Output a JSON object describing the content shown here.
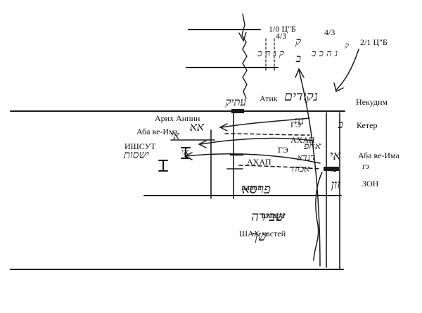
{
  "top_labels": {
    "zero_one": "1/0 Ц\"Б",
    "two_one": "2/1 Ц\"Б",
    "frac_left": "4/3",
    "frac_right": "4/3"
  },
  "labels": {
    "atik": "Атик",
    "nekudim": "Некудим",
    "arikh_anpin": "Арих Анпин",
    "aba_ve_ima_left": "Аба ве-Има",
    "ishsut": "ИШСУТ",
    "ge_upper": "ГЭ",
    "keter": "Кетер",
    "ahap_upper": "АХАП",
    "ge_lower": "ГЭ",
    "ahap_lower": "АХАП",
    "aba_ve_ima_right": "Аба ве-Има",
    "ge_right": "гэ",
    "zon": "ЗОН",
    "parsa": "парса",
    "shvira": "швира",
    "shah": "ШАХ частей"
  },
  "hebrew": {
    "nekudim": "נקודים",
    "atik": "עתיק",
    "aa": "אא",
    "ai": "אי",
    "yishsut": "ישסות",
    "gah": "גה",
    "kaf": "כ",
    "ai_right": "אי",
    "zon": "זון",
    "parsa": "פרסא",
    "shvira": "שבירה",
    "shah": "שך",
    "col_left": "ק ג ה כ",
    "col_right": "ג ה כ ב",
    "k_over_b": "ק",
    "b_under": "ב",
    "ahap_col1": "אחפ",
    "ahap_col2": "דגדא",
    "ahap_col3": "אכוח",
    "ke": "כח",
    "sub_k": "ק",
    "ai_left2": "אי"
  }
}
